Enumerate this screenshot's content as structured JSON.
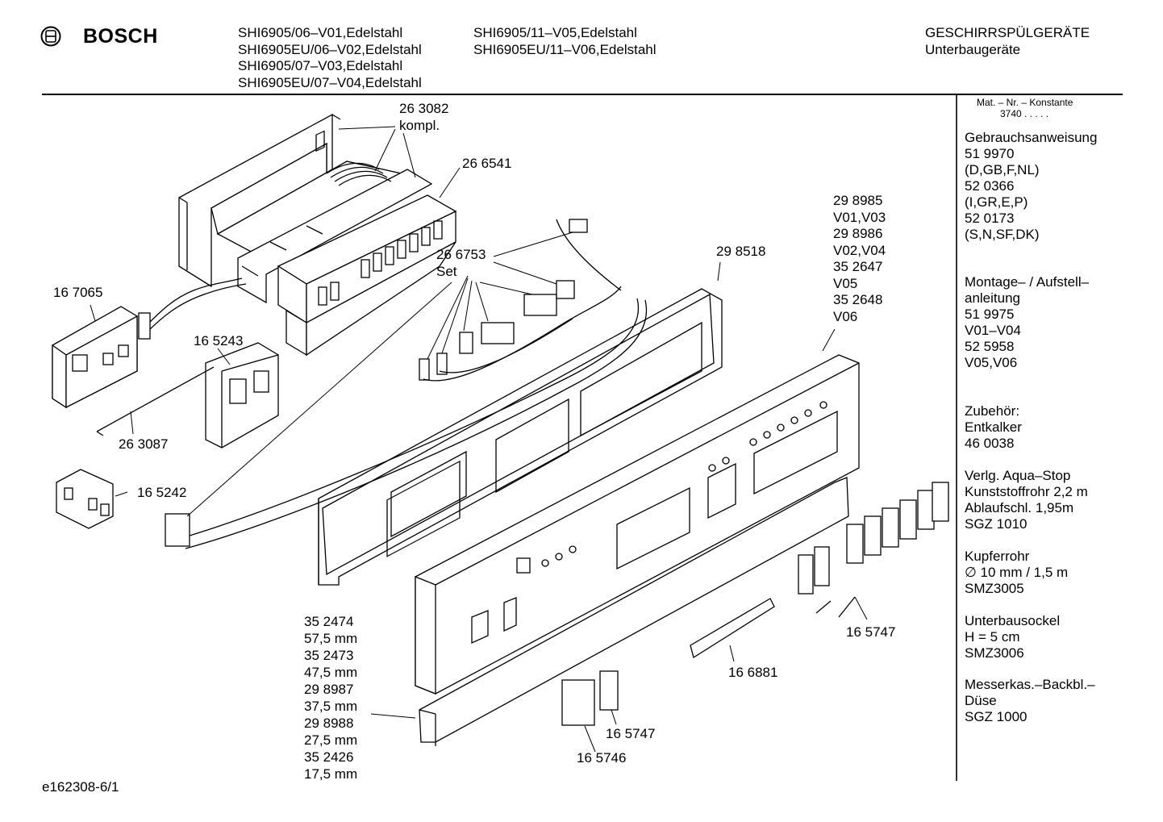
{
  "header": {
    "brand": "BOSCH",
    "models_col1": [
      "SHI6905/06–V01,Edelstahl",
      "SHI6905EU/06–V02,Edelstahl",
      "SHI6905/07–V03,Edelstahl",
      "SHI6905EU/07–V04,Edelstahl"
    ],
    "models_col2": [
      "SHI6905/11–V05,Edelstahl",
      "SHI6905EU/11–V06,Edelstahl"
    ],
    "category": "GESCHIRRSPÜLGERÄTE",
    "subcategory": "Unterbaugeräte"
  },
  "sidebar": {
    "mat_label": "Mat. – Nr. – Konstante",
    "mat_value": "3740 . . . . .",
    "blocks": [
      [
        "Gebrauchsanweisung",
        "51 9970",
        "(D,GB,F,NL)",
        "52 0366",
        "(I,GR,E,P)",
        "52 0173",
        "(S,N,SF,DK)"
      ],
      [
        "Montage– / Aufstell–",
        "anleitung",
        "51 9975",
        "V01–V04",
        "52 5958",
        "V05,V06"
      ],
      [
        "Zubehör:",
        "Entkalker",
        "46 0038"
      ],
      [
        "Verlg. Aqua–Stop",
        "Kunststoffrohr 2,2 m",
        "Ablaufschl. 1,95m",
        "SGZ 1010"
      ],
      [
        "Kupferrohr",
        "∅ 10 mm / 1,5 m",
        "SMZ3005"
      ],
      [
        "Unterbausockel",
        "H = 5 cm",
        "SMZ3006"
      ],
      [
        "Messerkas.–Backbl.–",
        "Düse",
        "SGZ 1000"
      ]
    ]
  },
  "parts": {
    "p263082": [
      "26 3082",
      "kompl."
    ],
    "p266541": "26 6541",
    "p266753": [
      "26 6753",
      "Set"
    ],
    "p167065": "16 7065",
    "p165243": "16 5243",
    "p263087": "26 3087",
    "p165242": "16 5242",
    "p298518": "29 8518",
    "p298985": [
      "29 8985",
      "V01,V03",
      "29 8986",
      "V02,V04",
      "35 2647",
      "V05",
      "35 2648",
      "V06"
    ],
    "p352474": [
      "35 2474",
      "57,5 mm",
      "35 2473",
      "47,5 mm",
      "29 8987",
      "37,5 mm",
      "29 8988",
      "27,5 mm",
      "35 2426",
      "17,5 mm"
    ],
    "p165747a": "16 5747",
    "p166881": "16 6881",
    "p165747b": "16 5747",
    "p165746": "16 5746"
  },
  "footer": {
    "code": "e162308-6/1"
  }
}
